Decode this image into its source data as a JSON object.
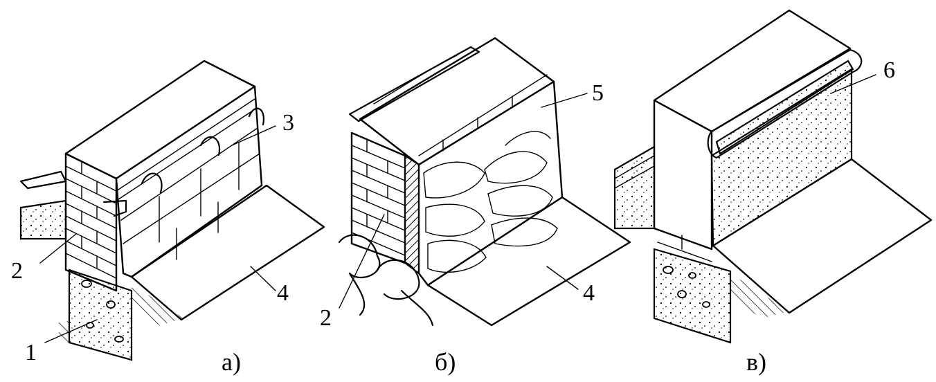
{
  "figures": [
    {
      "caption": "а)",
      "labels": [
        "1",
        "2",
        "3",
        "4"
      ]
    },
    {
      "caption": "б)",
      "labels": [
        "2",
        "4",
        "5"
      ]
    },
    {
      "caption": "в)",
      "labels": [
        "6"
      ]
    }
  ]
}
